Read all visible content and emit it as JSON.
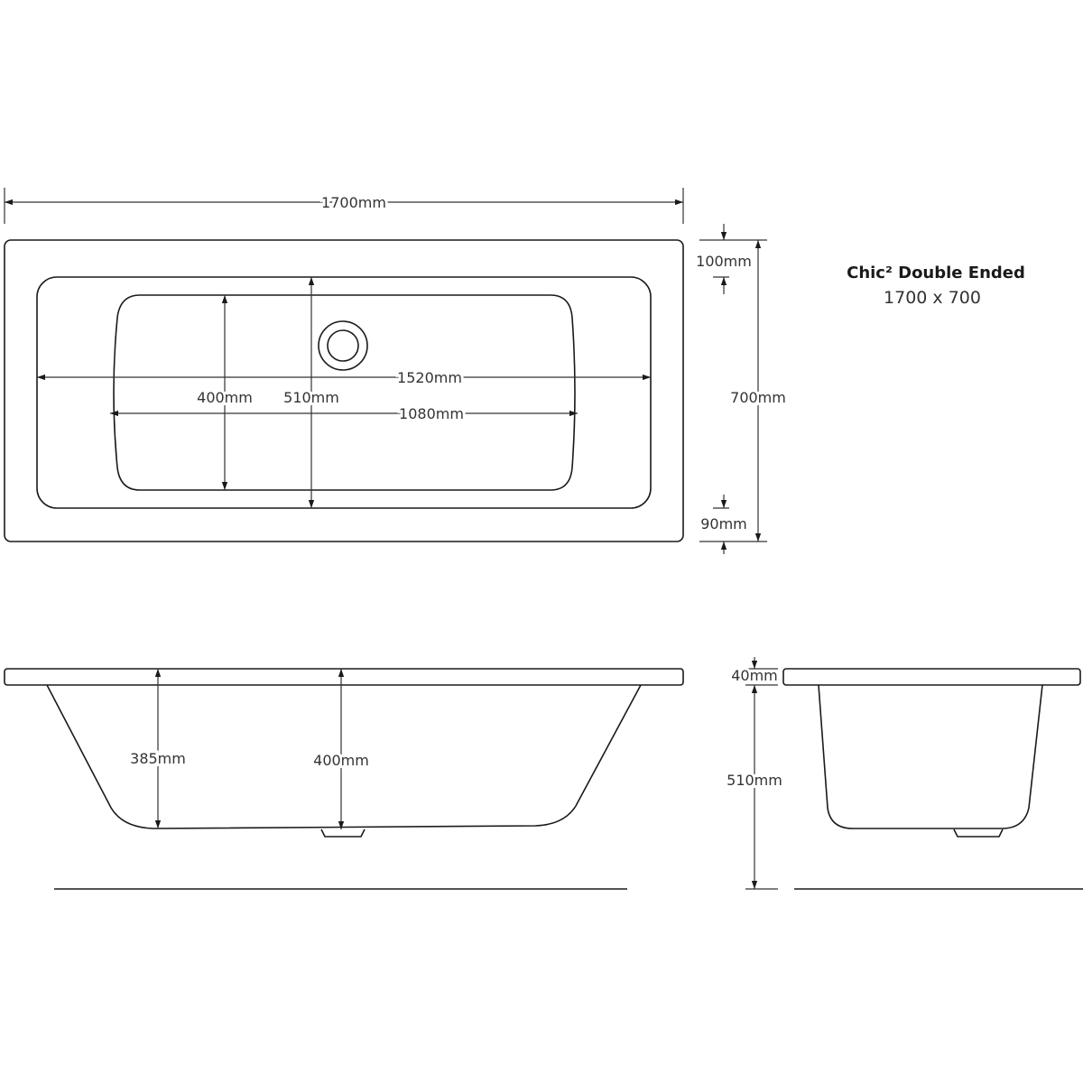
{
  "product": {
    "name": "Chic² Double Ended",
    "size": "1700 x 700"
  },
  "plan_view": {
    "overall_length": "1700mm",
    "overall_width": "700mm",
    "top_rim": "100mm",
    "bottom_rim": "90mm",
    "inner_length": "1520mm",
    "base_length": "1080mm",
    "base_width": "400mm",
    "inner_width": "510mm"
  },
  "side_view": {
    "depth_at_end": "385mm",
    "depth_at_waste": "400mm"
  },
  "end_view": {
    "rim_thickness": "40mm",
    "overall_height": "510mm"
  },
  "colors": {
    "line": "#1a1a1a",
    "background": "#ffffff"
  }
}
